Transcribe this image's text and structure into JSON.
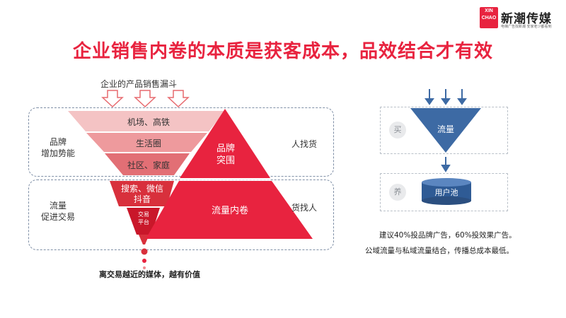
{
  "logo": {
    "mark": "XIN CHAO",
    "name": "新潮传媒",
    "slogan": "电梯广告找新潮 安家老少都看到"
  },
  "title": "企业销售内卷的本质是获客成本，品效结合才有效",
  "funnel": {
    "caption": "企业的产品销售漏斗",
    "segments": [
      "机场、高铁",
      "生活圈",
      "社区、家庭",
      "搜索、微信\n抖音",
      "交易\n平台"
    ],
    "row_labels": [
      "品牌\n增加势能",
      "流量\n促进交易"
    ],
    "side_labels": [
      "人找货",
      "货找人"
    ],
    "triangle_labels": [
      "品牌\n突围",
      "流量内卷"
    ],
    "bottom_note": "离交易越近的媒体，越有价值"
  },
  "right": {
    "buy_circle": "买",
    "raise_circle": "养",
    "funnel_label": "流量",
    "pool_label": "用户池",
    "notes": [
      "建议40%投品牌广告，60%投效果广告。",
      "公域流量与私域流量结合，传播总成本最低。"
    ]
  },
  "colors": {
    "accent": "#e8233f",
    "seg1": "#f4c3c4",
    "seg2": "#ee9a9d",
    "seg3": "#e26f75",
    "seg4": "#d8303c",
    "seg5": "#c9172a",
    "blue": "#3d6aa4",
    "blue_dark": "#2b4f80"
  }
}
